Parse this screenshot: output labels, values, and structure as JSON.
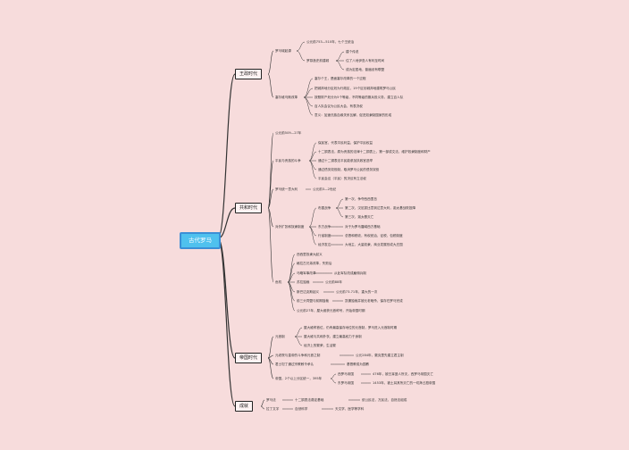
{
  "root": "古代罗马",
  "colors": {
    "background": "#f7dcdc",
    "root_fill": "#4fc1ee",
    "root_border": "#3b8fd6",
    "line": "#333333"
  },
  "sections": [
    {
      "label": "王政时代",
      "children": [
        {
          "label": "罗马城起源",
          "children": [
            {
              "label": "公元前753—510年，七个王统治",
              "children": []
            },
            {
              "label": "罗慕洛史前建城",
              "children": [
                {
                  "label": "建个传说"
                },
                {
                  "label": "住了八地伊查人有利至时间"
                },
                {
                  "label": "成为定居地，普遍设有联盟"
                }
              ]
            }
          ]
        },
        {
          "label": "塞尔维乌斯改革",
          "children": [
            {
              "label": "塞尔个王，是面塞尔改革的一个过程"
            },
            {
              "label": "把城邦地分区划为行政区，19个区划城邦地建筑罗马公民"
            },
            {
              "label": "按照财产划分为5个等级，不同等级的服兵役义务，建立百人队"
            },
            {
              "label": "百人队会议为公民大会，有表决权"
            },
            {
              "label": "意义：加速氏族血缘关系瓦解，促进奴隶制国家的形成"
            }
          ]
        }
      ]
    },
    {
      "label": "共和时代",
      "children": [
        {
          "label": "公元前509—27年",
          "children": []
        },
        {
          "label": "平民与贵族的斗争",
          "children": [
            {
              "label": "保民官，代表平民利益，保护平民权益"
            },
            {
              "label": "十二铜表法，原为贵族的法律十二铜表上，第一部成文法，维护奴隶制度和财产"
            },
            {
              "label": "通过十二铜表法平民能参加执政官选举"
            },
            {
              "label": "通过债务奴役制，取消罗马公民的债务奴役"
            },
            {
              "label": "平民会议（平民）的决议有立法权"
            }
          ]
        },
        {
          "label": "罗马统一意大利",
          "children": [
            {
              "label": "公元前3—2世纪"
            }
          ]
        },
        {
          "label": "对外扩张和奴隶制度",
          "children": [
            {
              "label": "布匿战争",
              "children": [
                {
                  "label": "第一次，争夺西西里岛"
                },
                {
                  "label": "第二次，汉尼拔比意到达意大利，迦太基战败投降"
                },
                {
                  "label": "第三次，迦太基灭亡"
                }
              ]
            },
            {
              "label": "东方战争",
              "children": [
                {
                  "label": "对于为罗马疆域西方基础"
                }
              ]
            },
            {
              "label": "行省制度",
              "children": [
                {
                  "label": "总督和税收，有权统治，征税，包税制度"
                }
              ]
            },
            {
              "label": "经济发达",
              "children": [
                {
                  "label": "大地主、大量奴隶，商业发展形成大庄园"
                }
              ]
            }
          ]
        },
        {
          "label": "危机",
          "children": [
            {
              "label": "西西里奴隶大起义"
            },
            {
              "label": "格拉古兄弟改革，失败后"
            },
            {
              "label": "马略军事改革",
              "children": [
                {
                  "label": "从此军队改成雇佣兵制"
                }
              ]
            },
            {
              "label": "苏拉独裁",
              "children": [
                {
                  "label": "公元前88年"
                }
              ]
            },
            {
              "label": "斯巴达克斯起义",
              "children": [
                {
                  "label": "公元前73-71年，重大的一次"
                }
              ]
            },
            {
              "label": "前三头同盟与前期独裁",
              "children": [
                {
                  "label": "凯撒独裁并被元老暗杀，保存在罗马完成"
                }
              ]
            },
            {
              "label": "公元前27年，屋大维获元首称号，开始帝国时期"
            }
          ]
        }
      ]
    },
    {
      "label": "帝国时代",
      "children": [
        {
          "label": "元首制",
          "children": [
            {
              "label": "屋大维称首位，仍有最高保存地位的元首制，罗马进入元首制时期"
            },
            {
              "label": "屋大维与共和外衣，建立最高权力于身制"
            },
            {
              "label": "经济上的繁荣，生活繁"
            }
          ]
        },
        {
          "label": "元老院与皇帝的斗争和元首之制",
          "children": [
            {
              "label": "公元284年，戴克里先建立君主制"
            }
          ]
        },
        {
          "label": "君士坦丁通过宗教敕令承认",
          "children": [
            {
              "label": "基督教成为国教"
            }
          ]
        },
        {
          "label": "帝国，2个以上分区统一，395年",
          "children": [
            {
              "label": "西罗马帝国",
              "children": [
                {
                  "label": "476年，被日耳曼人所灭，西罗马帝国灭亡"
                }
              ]
            },
            {
              "label": "东罗马帝国",
              "children": [
                {
                  "label": "1453年，被土耳其所灭亡的一切拜占庭帝国"
                }
              ]
            }
          ]
        }
      ]
    },
    {
      "label": "成就",
      "children": [
        {
          "label": "罗马法",
          "children": [
            {
              "label": "十二铜表法奠定基础",
              "children": [
                {
                  "label": "依公民法，万民法，自然法组成"
                }
              ]
            }
          ]
        },
        {
          "label": "拉丁文字",
          "children": [
            {
              "label": "自然科学",
              "children": [
                {
                  "label": "天文学，医学等学科"
                }
              ]
            }
          ]
        }
      ]
    }
  ]
}
